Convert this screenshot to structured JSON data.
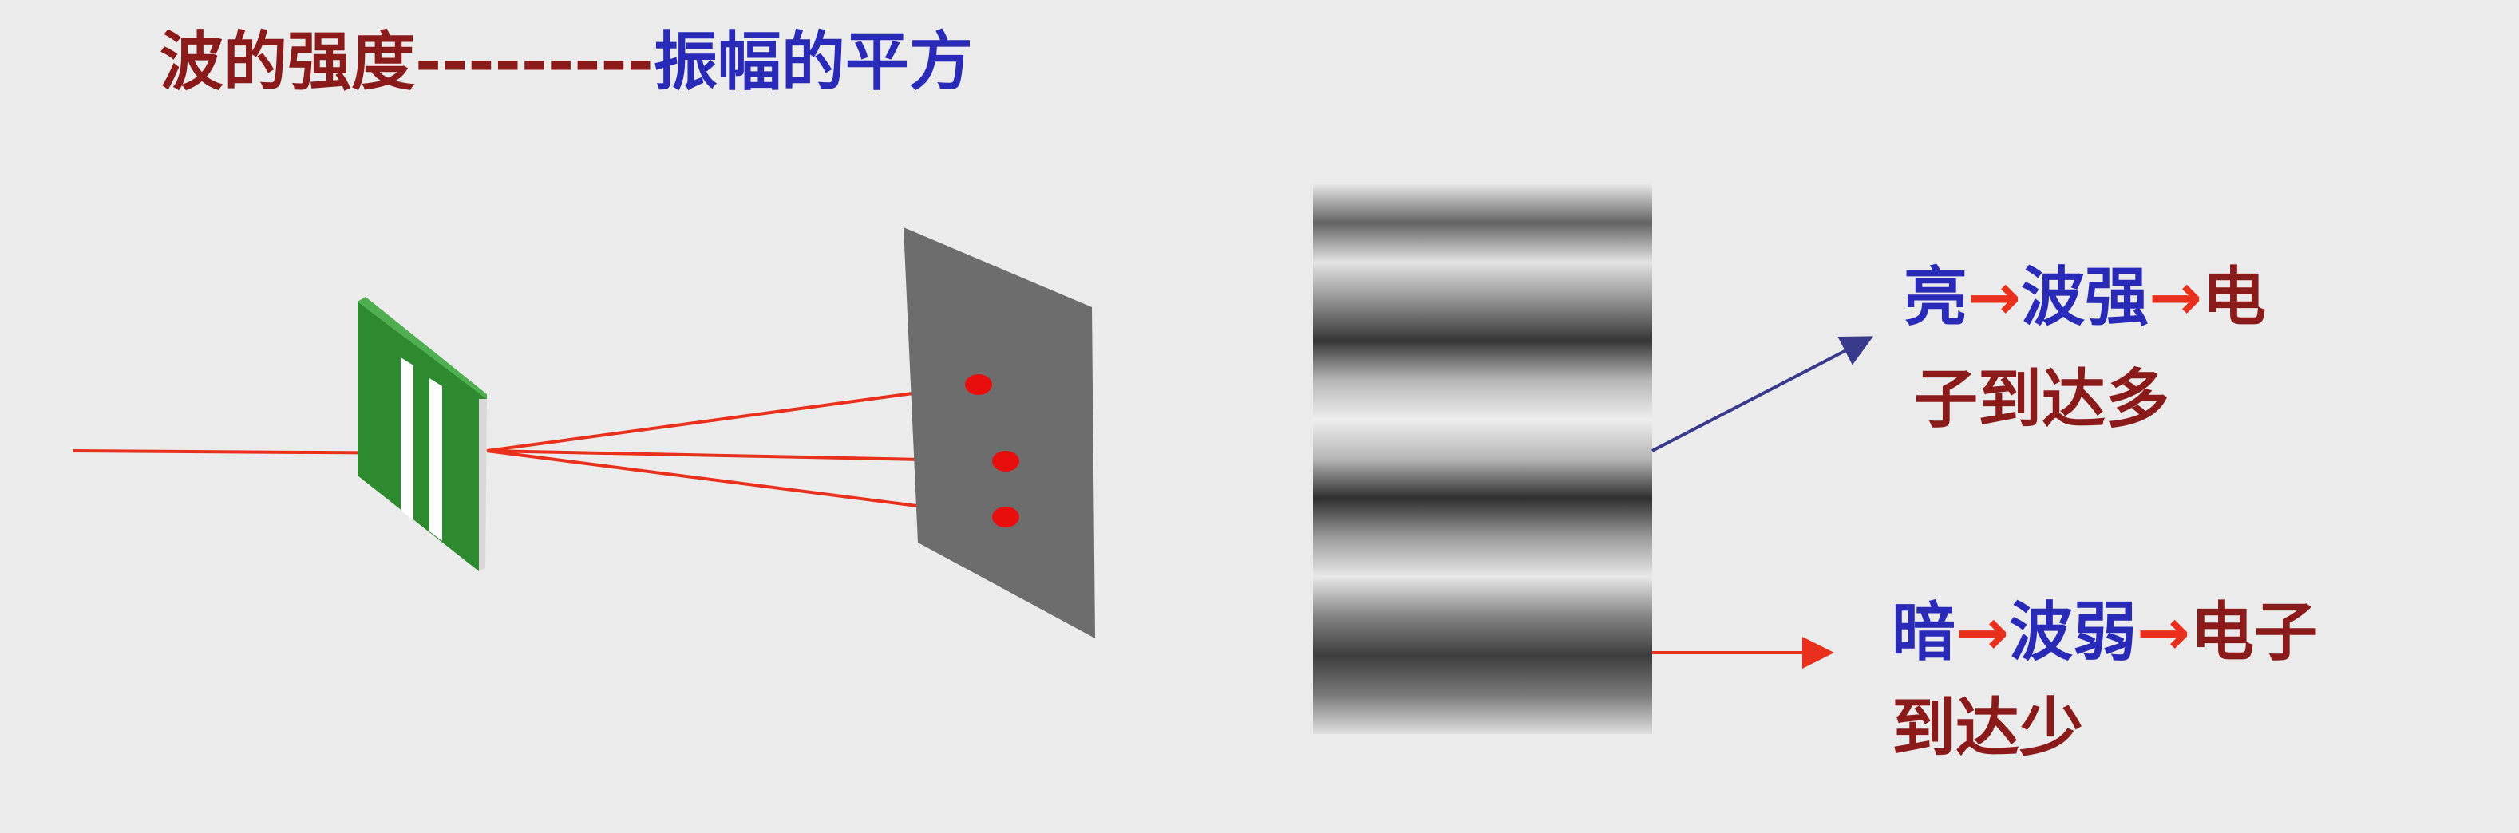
{
  "colors": {
    "background": "#ebebeb",
    "dark_red": "#8b1a1a",
    "blue": "#2a2ab8",
    "arrow_red": "#e8301c",
    "slit_green": "#2e8a2e",
    "screen_gray": "#6d6d6d",
    "dot_red": "#e80e0e",
    "connector_blue": "#3a3a8c"
  },
  "title": {
    "left": "波的强度",
    "dashes": "---------",
    "right": "振幅的平方"
  },
  "bright": {
    "a": "亮",
    "b": "波强",
    "c": "电",
    "line2": "子到达多"
  },
  "dark": {
    "a": "暗",
    "b": "波弱",
    "c": "电子",
    "line2": "到达少"
  },
  "arrow_glyph": "→",
  "fringes": {
    "intensity": [
      0.95,
      0.35,
      0.92,
      0.55,
      0.15,
      0.72,
      0.97,
      0.72,
      0.12,
      0.6,
      0.94,
      0.5,
      0.18,
      0.45,
      0.9
    ]
  }
}
